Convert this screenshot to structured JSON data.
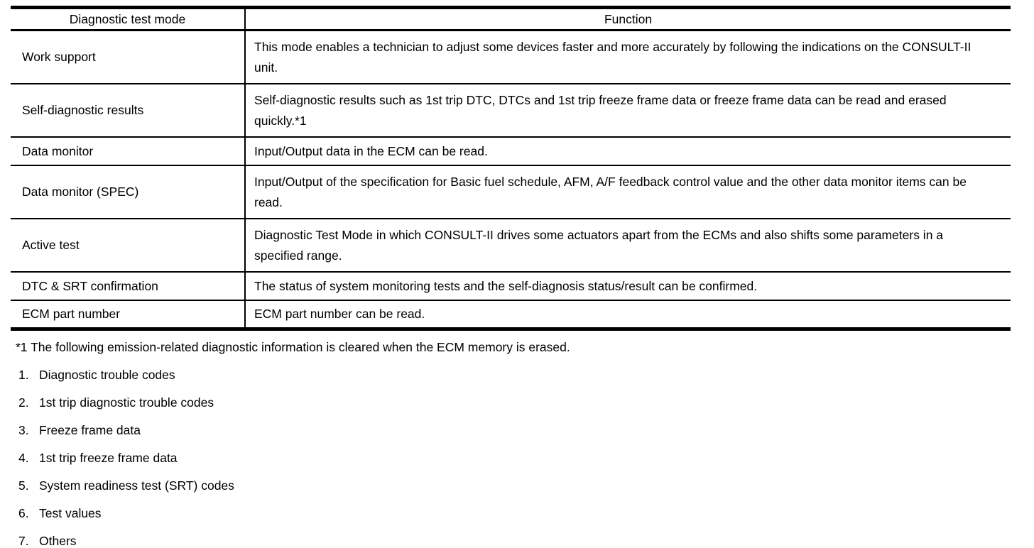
{
  "table": {
    "headers": {
      "mode": "Diagnostic test mode",
      "function": "Function"
    },
    "rows": [
      {
        "mode": "Work support",
        "function": "This mode enables a technician to adjust some devices faster and more accurately by following the indications on the CONSULT-II unit."
      },
      {
        "mode": "Self-diagnostic results",
        "function": "Self-diagnostic results such as 1st trip DTC, DTCs and 1st trip freeze frame data or freeze frame data can be read and erased quickly.*1"
      },
      {
        "mode": "Data monitor",
        "function": "Input/Output data in the ECM can be read."
      },
      {
        "mode": "Data monitor (SPEC)",
        "function": "Input/Output of the specification for Basic fuel schedule, AFM, A/F feedback control value and the other data monitor items can be read."
      },
      {
        "mode": "Active test",
        "function": "Diagnostic Test Mode in which CONSULT-II drives some actuators apart from the ECMs and also shifts some parameters in a specified range."
      },
      {
        "mode": "DTC & SRT confirmation",
        "function": "The status of system monitoring tests and the self-diagnosis status/result can be confirmed."
      },
      {
        "mode": "ECM part number",
        "function": "ECM part number can be read."
      }
    ]
  },
  "footnote": "*1 The following emission-related diagnostic information is cleared when the ECM memory is erased.",
  "numbered_list": [
    {
      "num": "1.",
      "text": "Diagnostic trouble codes"
    },
    {
      "num": "2.",
      "text": "1st trip diagnostic trouble codes"
    },
    {
      "num": "3.",
      "text": "Freeze frame data"
    },
    {
      "num": "4.",
      "text": "1st trip freeze frame data"
    },
    {
      "num": "5.",
      "text": "System readiness test (SRT) codes"
    },
    {
      "num": "6.",
      "text": "Test values"
    },
    {
      "num": "7.",
      "text": "Others"
    }
  ]
}
